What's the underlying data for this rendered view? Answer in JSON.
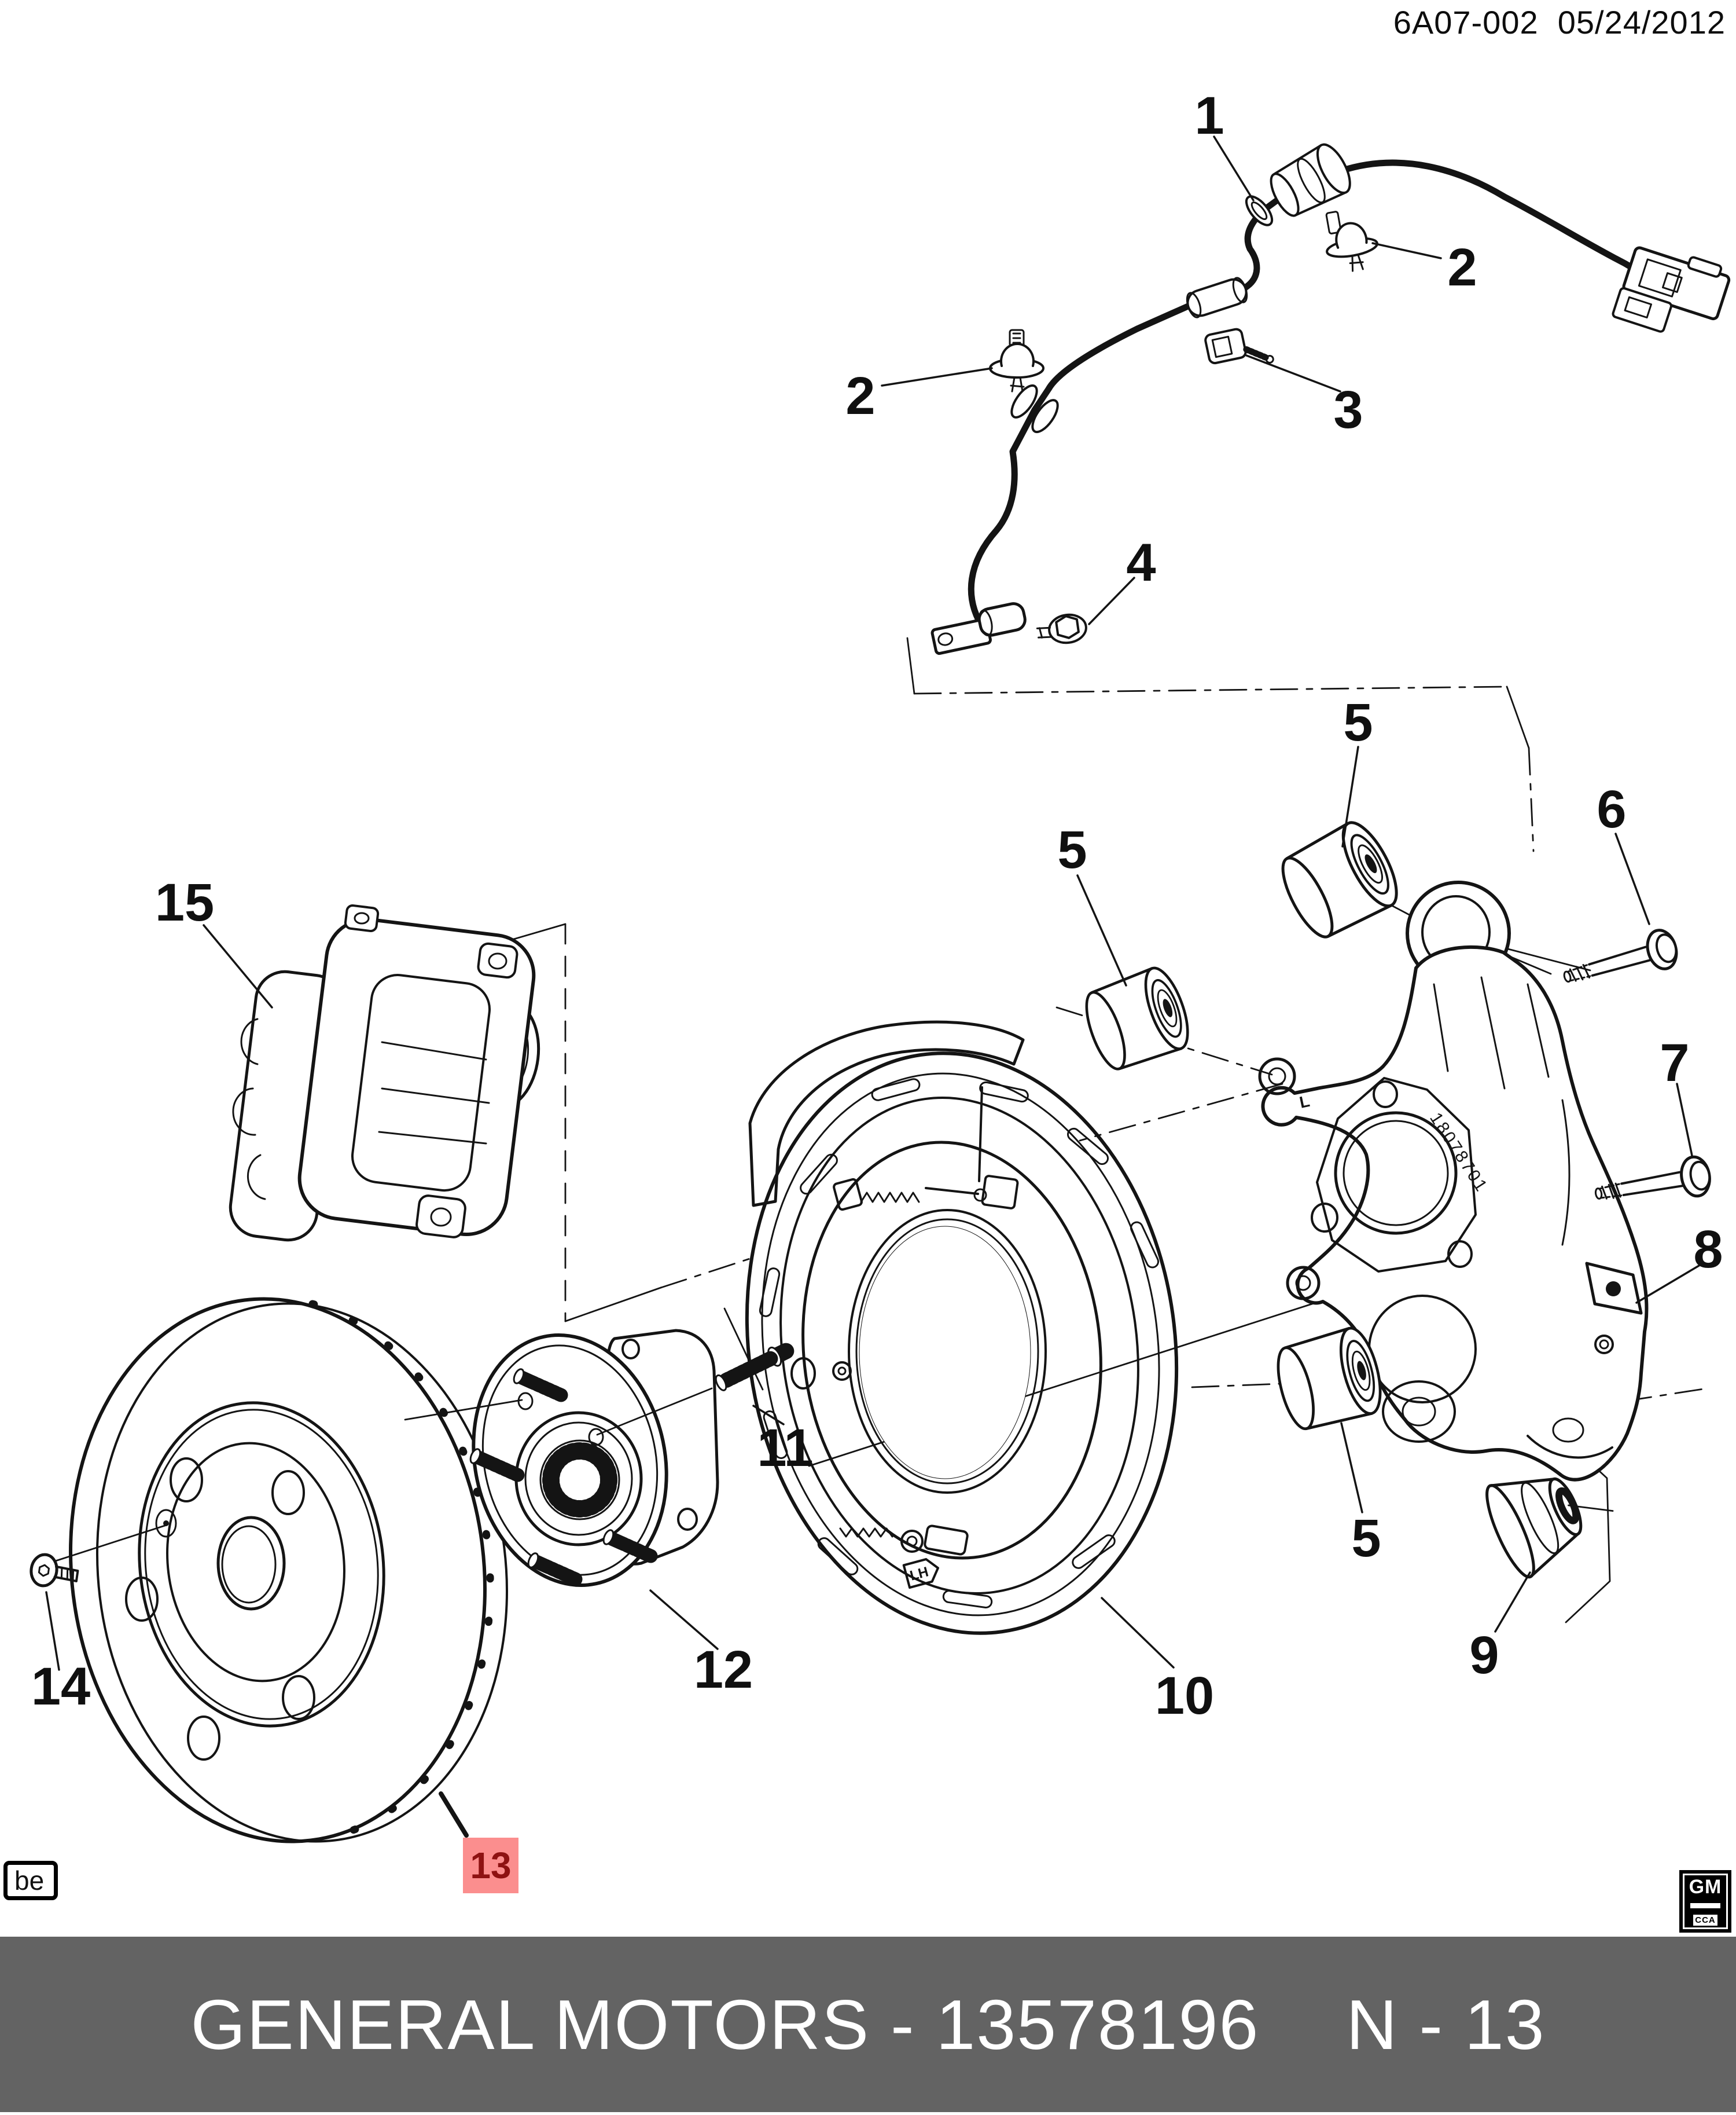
{
  "header": {
    "text": "6A07-002  05/24/2012"
  },
  "footer": {
    "company_part": "GENERAL MOTORS - 13578196",
    "sheet_ref": "N - 13",
    "bar_color": "#636363",
    "text_color": "#ffffff"
  },
  "badges": {
    "bottom_left": "be",
    "gm_logo": "GM",
    "gm_logo_sub": "CCA"
  },
  "diagram": {
    "type": "exploded-parts-diagram",
    "cast_number": "18078701",
    "orientation_mark": "L",
    "plate_mark": "LH",
    "highlight_bg": "#FB8E8E",
    "highlight_text": "#8E1212",
    "line_color": "#141414",
    "callouts": [
      {
        "label": "1",
        "highlighted": false
      },
      {
        "label": "2",
        "highlighted": false
      },
      {
        "label": "2",
        "highlighted": false
      },
      {
        "label": "3",
        "highlighted": false
      },
      {
        "label": "4",
        "highlighted": false
      },
      {
        "label": "5",
        "highlighted": false
      },
      {
        "label": "5",
        "highlighted": false
      },
      {
        "label": "6",
        "highlighted": false
      },
      {
        "label": "7",
        "highlighted": false
      },
      {
        "label": "8",
        "highlighted": false
      },
      {
        "label": "5",
        "highlighted": false
      },
      {
        "label": "9",
        "highlighted": false
      },
      {
        "label": "10",
        "highlighted": false
      },
      {
        "label": "11",
        "highlighted": false
      },
      {
        "label": "12",
        "highlighted": false
      },
      {
        "label": "13",
        "highlighted": true
      },
      {
        "label": "14",
        "highlighted": false
      },
      {
        "label": "15",
        "highlighted": false
      }
    ]
  }
}
